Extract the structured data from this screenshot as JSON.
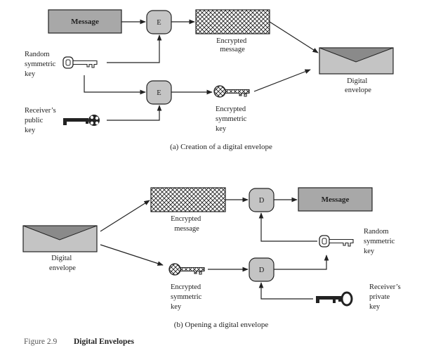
{
  "top": {
    "message_box": "Message",
    "encrypt_node_1": "E",
    "encrypt_node_2": "E",
    "encrypted_message": [
      "Encrypted",
      "message"
    ],
    "random_key": [
      "Random",
      "symmetric",
      "key"
    ],
    "receiver_public_key": [
      "Receiver’s",
      "public",
      "key"
    ],
    "encrypted_key": [
      "Encrypted",
      "symmetric",
      "key"
    ],
    "digital_envelope": [
      "Digital",
      "envelope"
    ],
    "caption": "(a) Creation of a digital envelope"
  },
  "bottom": {
    "digital_envelope": [
      "Digital",
      "envelope"
    ],
    "encrypted_message": [
      "Encrypted",
      "message"
    ],
    "decrypt_node_1": "D",
    "decrypt_node_2": "D",
    "message_box": "Message",
    "random_key": [
      "Random",
      "symmetric",
      "key"
    ],
    "encrypted_key": [
      "Encrypted",
      "symmetric",
      "key"
    ],
    "receiver_private_key": [
      "Receiver’s",
      "private",
      "key"
    ],
    "caption": "(b) Opening a digital envelope"
  },
  "figure": {
    "number": "Figure 2.9",
    "title": "Digital Envelopes"
  },
  "colors": {
    "box_fill": "#a8a8a8",
    "node_fill": "#c4c4c4",
    "envelope_fill": "#c4c4c4",
    "envelope_flap": "#8a8a8a",
    "stroke": "#222222"
  }
}
